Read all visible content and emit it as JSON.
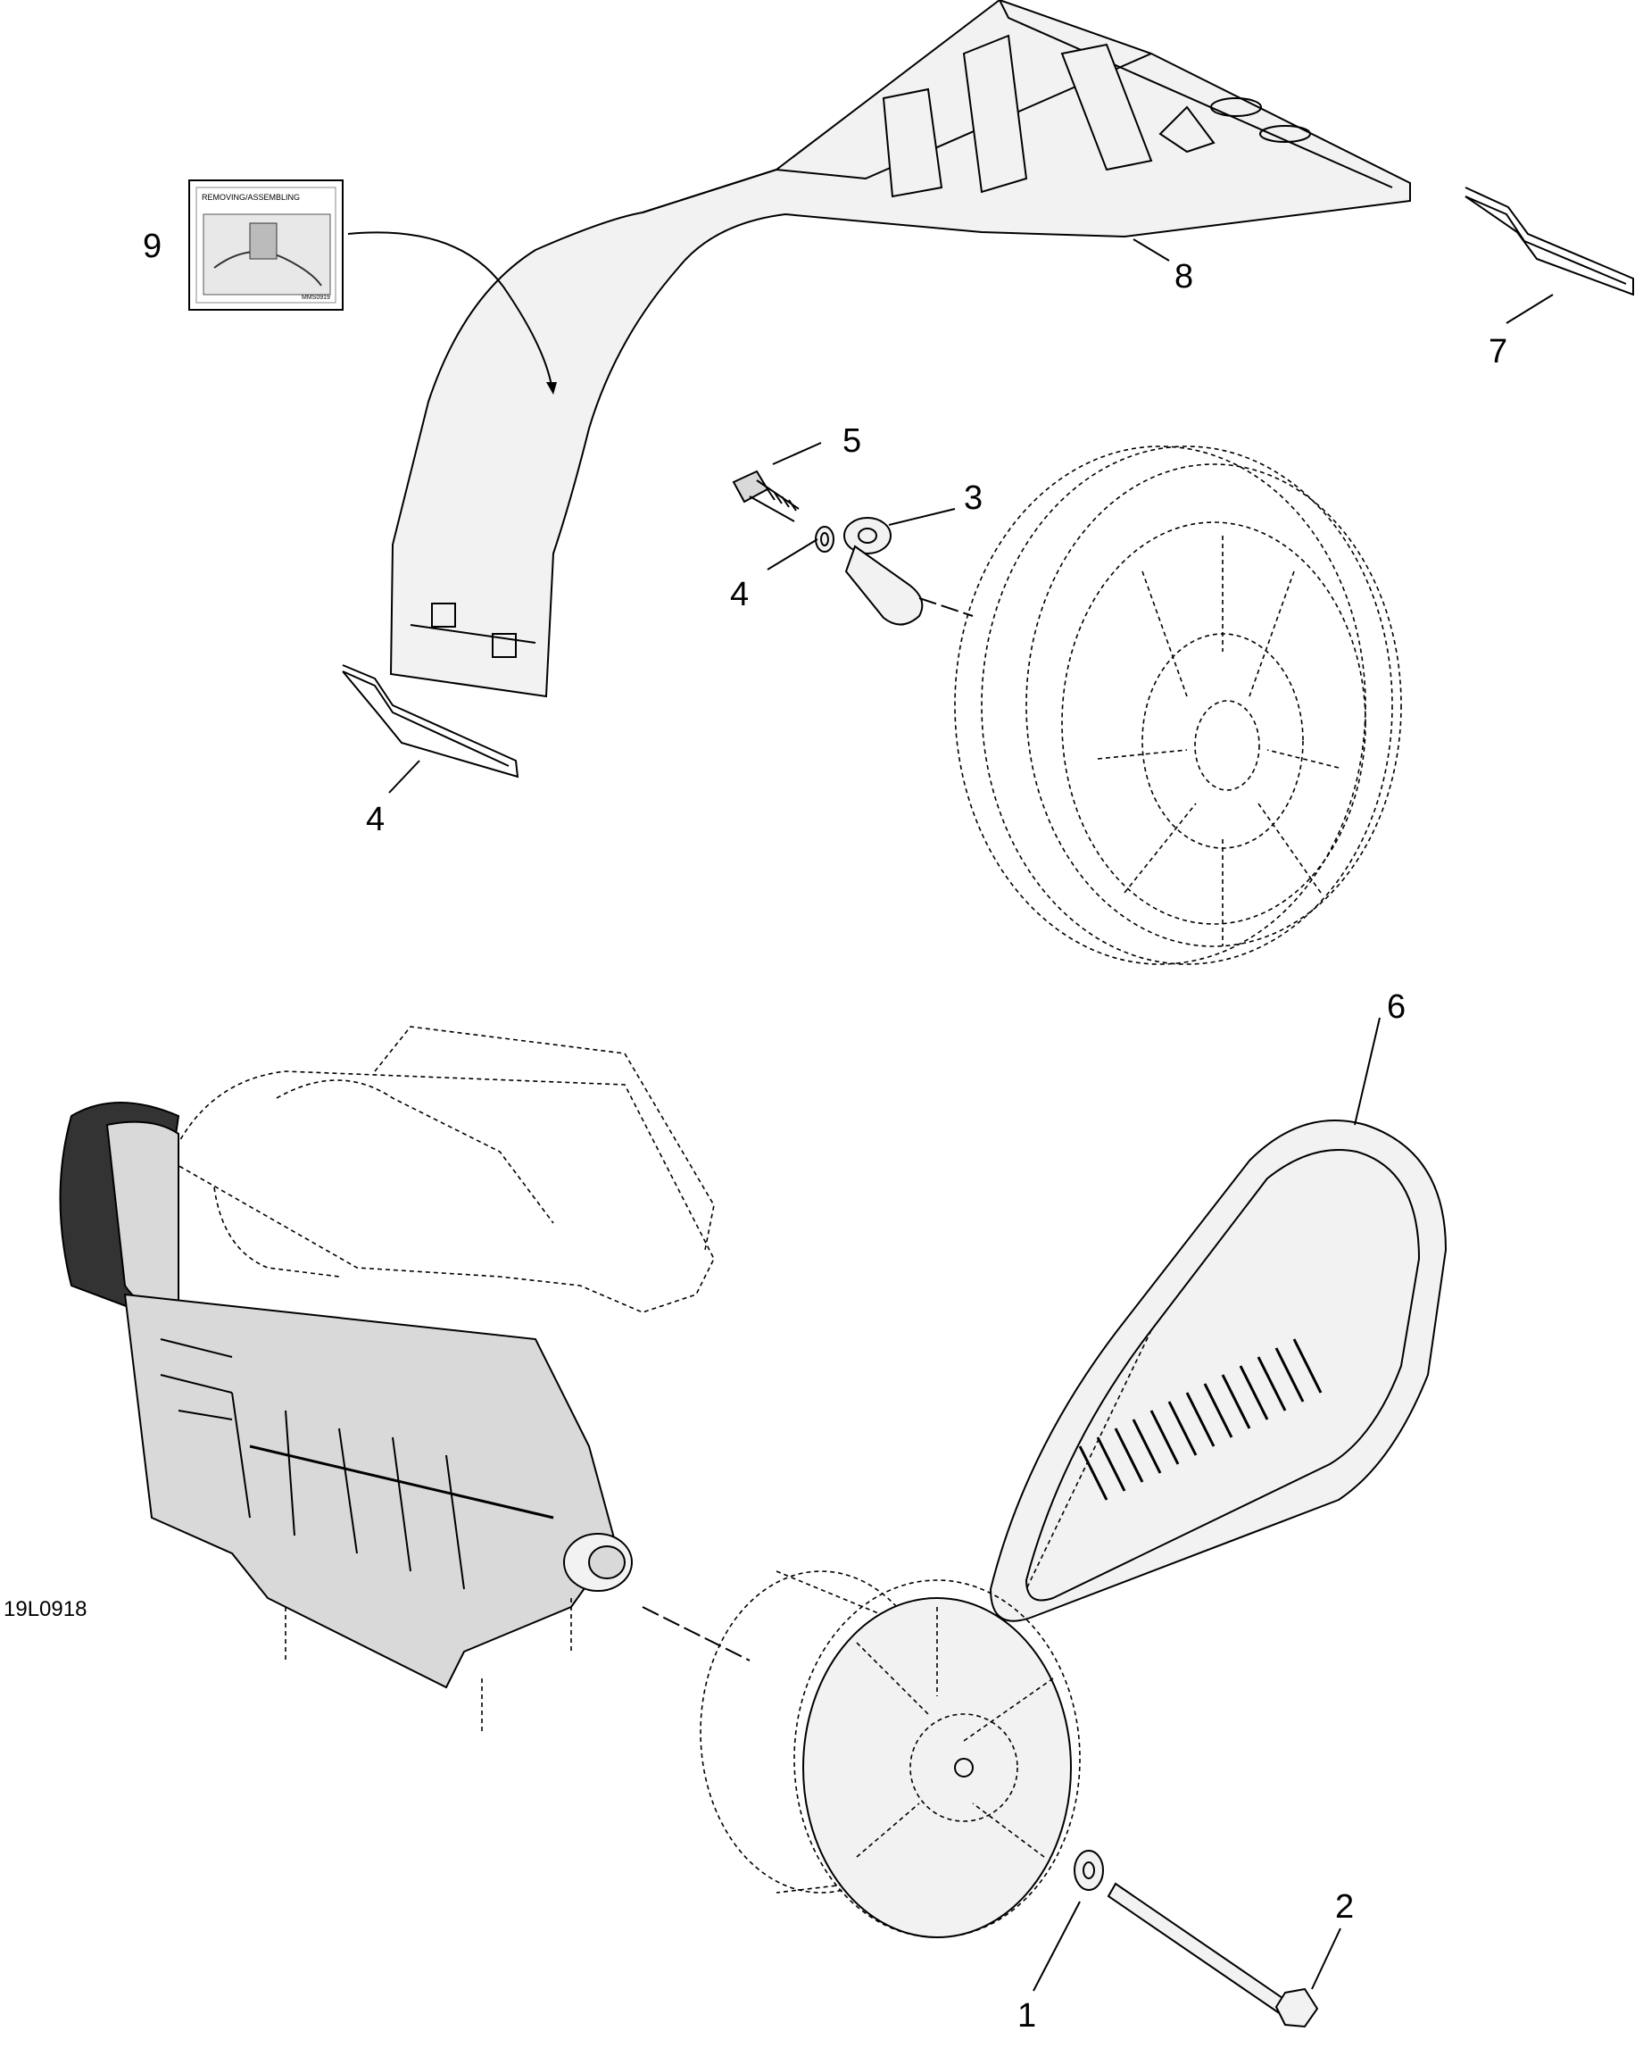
{
  "drawing_code": "19L0918",
  "decal": {
    "header_text": "REMOVING/ASSEMBLING",
    "corner_code": "MMS0919"
  },
  "callouts": [
    {
      "id": "callout-1",
      "text": "1"
    },
    {
      "id": "callout-2",
      "text": "2"
    },
    {
      "id": "callout-3",
      "text": "3"
    },
    {
      "id": "callout-4a",
      "text": "4"
    },
    {
      "id": "callout-4b",
      "text": "4"
    },
    {
      "id": "callout-5",
      "text": "5"
    },
    {
      "id": "callout-6",
      "text": "6"
    },
    {
      "id": "callout-7",
      "text": "7"
    },
    {
      "id": "callout-8",
      "text": "8"
    },
    {
      "id": "callout-9",
      "text": "9"
    }
  ]
}
